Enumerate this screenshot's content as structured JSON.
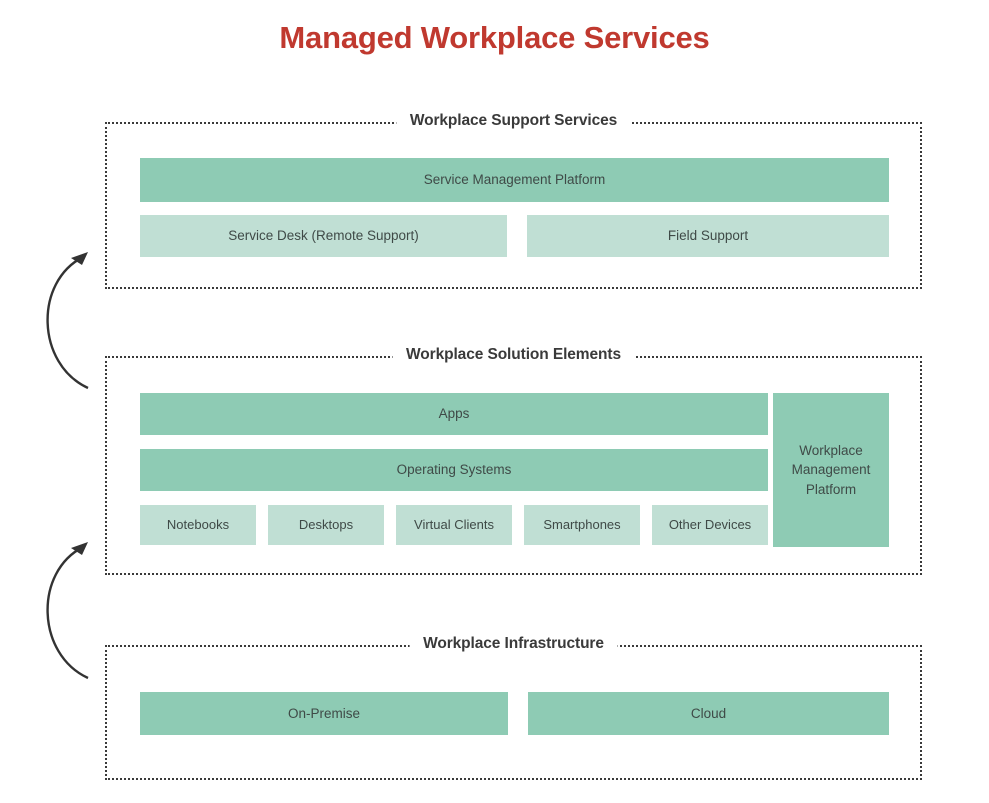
{
  "page": {
    "title": "Managed Workplace Services",
    "title_color": "#c0392f"
  },
  "colors": {
    "accent_dark_teal": "#8ecbb4",
    "accent_light_teal": "#c0dfd4",
    "text_dark": "#3a3a3a",
    "box_text": "#3f4a47",
    "border": "#3a3a3a"
  },
  "sections": [
    {
      "id": "workplace-support-services",
      "title": "Workplace Support Services",
      "boxes": [
        {
          "label": "Service Management Platform",
          "tone": "dark"
        },
        {
          "label": "Service Desk (Remote Support)",
          "tone": "light"
        },
        {
          "label": "Field Support",
          "tone": "light"
        }
      ]
    },
    {
      "id": "workplace-solution-elements",
      "title": "Workplace Solution Elements",
      "boxes": [
        {
          "label": "Apps",
          "tone": "dark"
        },
        {
          "label": "Operating Systems",
          "tone": "dark"
        }
      ],
      "side_box": {
        "line1": "Workplace",
        "line2": "Management",
        "line3": "Platform",
        "tone": "dark"
      },
      "devices": [
        {
          "label": "Notebooks",
          "tone": "light"
        },
        {
          "label": "Desktops",
          "tone": "light"
        },
        {
          "label": "Virtual Clients",
          "tone": "light"
        },
        {
          "label": "Smartphones",
          "tone": "light"
        },
        {
          "label": "Other Devices",
          "tone": "light"
        }
      ]
    },
    {
      "id": "workplace-infrastructure",
      "title": "Workplace Infrastructure",
      "boxes": [
        {
          "label": "On-Premise",
          "tone": "dark"
        },
        {
          "label": "Cloud",
          "tone": "dark"
        }
      ]
    }
  ],
  "arrows": [
    {
      "id": "arrow-infrastructure-to-solution",
      "direction": "up-right-curve"
    },
    {
      "id": "arrow-solution-to-support",
      "direction": "up-right-curve"
    }
  ]
}
